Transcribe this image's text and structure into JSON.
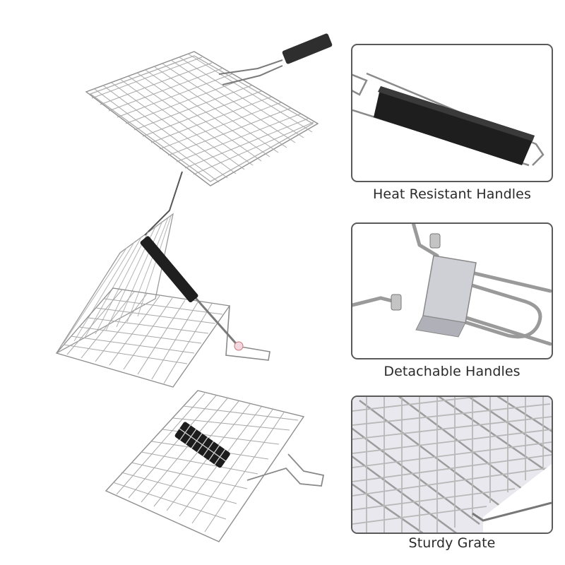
{
  "product_views": [
    {
      "name": "flat-grill-basket-view"
    },
    {
      "name": "open-grill-basket-view"
    },
    {
      "name": "folded-grill-basket-view"
    }
  ],
  "features": [
    {
      "label": "Heat Resistant Handles",
      "icon": "handle-closeup-icon"
    },
    {
      "label": "Detachable Handles",
      "icon": "clamp-closeup-icon"
    },
    {
      "label": "Sturdy Grate",
      "icon": "grate-closeup-icon"
    }
  ],
  "colors": {
    "background": "#ffffff",
    "panel_border": "#5a5a5a",
    "label_text": "#2a2a2a",
    "steel": "#9a9a9a",
    "handle": "#1c1c1c"
  }
}
